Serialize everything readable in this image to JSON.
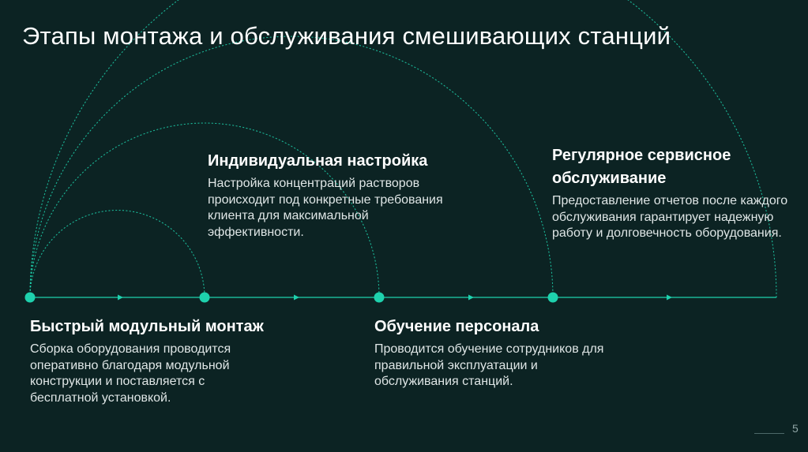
{
  "title": "Этапы монтажа и обслуживания смешивающих станций",
  "page_number": "5",
  "colors": {
    "background": "#0c2323",
    "accent": "#1ed1ad",
    "text": "#ffffff",
    "muted_text": "#dfe6e6"
  },
  "stages": [
    {
      "heading": "Быстрый модульный монтаж",
      "description": "Сборка оборудования проводится оперативно благодаря модульной конструкции и поставляется с бесплатной установкой."
    },
    {
      "heading": "Индивидуальная настройка",
      "description": "Настройка концентраций растворов происходит под конкретные требования клиента для максимальной эффективности."
    },
    {
      "heading": "Обучение персонала",
      "description": "Проводится обучение сотрудников для правильной эксплуатации и обслуживания станций."
    },
    {
      "heading": "Регулярное сервисное обслуживание",
      "description": "Предоставление отчетов после каждого обслуживания гарантирует надежную работу и долговечность оборудования."
    }
  ]
}
